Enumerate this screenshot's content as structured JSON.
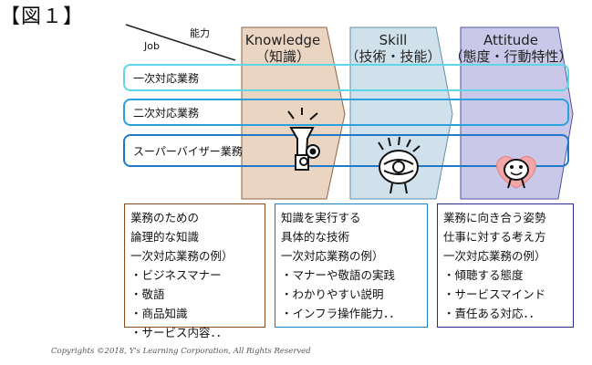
{
  "figure_label": "【図１】",
  "header": {
    "ability_label": "能力",
    "job_label": "Job"
  },
  "columns": [
    {
      "title": "Knowledge",
      "subtitle": "（知識）",
      "fill": "#e9d2bf",
      "stroke": "#8a5a36"
    },
    {
      "title": "Skill",
      "subtitle": "（技術・技能）",
      "fill": "#cfe0ea",
      "stroke": "#5a8aa6"
    },
    {
      "title": "Attitude",
      "subtitle": "（態度・行動特性）",
      "fill": "#c7c6e8",
      "stroke": "#4a4a9a"
    }
  ],
  "rows": [
    {
      "label": "一次対応業務",
      "stroke": "#5fd6e6"
    },
    {
      "label": "二次対応業務",
      "stroke": "#2aa0dc"
    },
    {
      "label": "スーパーバイザー業務",
      "stroke": "#1f78c8"
    }
  ],
  "boxes": [
    {
      "border": "#8a4a1c",
      "lines": [
        "業務のための",
        "論理的な知識",
        "一次対応業務の例）",
        "・ビジネスマナー",
        "・敬語",
        "・商品知識",
        "・サービス内容．．"
      ]
    },
    {
      "border": "#1e7fc0",
      "lines": [
        "知識を実行する",
        "具体的な技術",
        "一次対応業務の例）",
        "・マナーや敬語の実践",
        "・わかりやすい説明",
        "・インフラ操作能力．．"
      ]
    },
    {
      "border": "#2a2a8a",
      "lines": [
        "業務に向き合う姿勢",
        "仕事に対する考え方",
        "一次対応業務の例）",
        "・傾聴する態度",
        "・サービスマインド",
        "・責任ある対応．．"
      ]
    }
  ],
  "icons": [
    "lightbulb-icon",
    "head-with-gear-icon",
    "heart-face-icon"
  ],
  "copyright": "Copyrights ©2018, Y's Learning Corporation, All Rights Reserved"
}
